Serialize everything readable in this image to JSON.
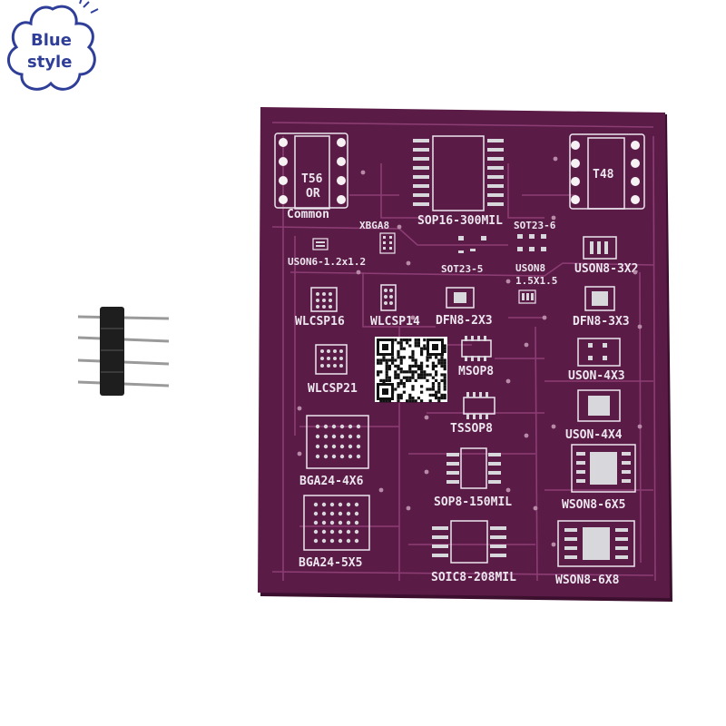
{
  "watermark": {
    "line1": "Blue",
    "line2": "style"
  },
  "board": {
    "sockets": {
      "t56": {
        "l1": "T56",
        "l2": "OR",
        "l3": "Common"
      },
      "t48": "T48"
    },
    "labels": {
      "sop16": "SOP16-300MIL",
      "xbga8": "XBGA8",
      "sot23_6": "SOT23-6",
      "uson6": "USON6-1.2x1.2",
      "sot23_5": "SOT23-5",
      "uson8_15": "USON8",
      "uson8_15b": "1.5X1.5",
      "uson8_3x2": "USON8-3X2",
      "wlcsp16": "WLCSP16",
      "wlcsp14": "WLCSP14",
      "dfn8_2x3": "DFN8-2X3",
      "dfn8_3x3": "DFN8-3X3",
      "wlcsp21": "WLCSP21",
      "msop8": "MSOP8",
      "uson_4x3": "USON-4X3",
      "tssop8": "TSSOP8",
      "uson_4x4": "USON-4X4",
      "bga24_4x6": "BGA24-4X6",
      "sop8_150": "SOP8-150MIL",
      "wson8_6x5": "WSON8-6X5",
      "bga24_5x5": "BGA24-5X5",
      "soic8_208": "SOIC8-208MIL",
      "wson8_6x8": "WSON8-6X8"
    }
  },
  "colors": {
    "pcb": "#5a1b46",
    "pcb_edge": "#3d0f2f",
    "trace": "#8c3d74",
    "silkscreen": "#ece6ee",
    "pad": "#d8d8dc",
    "watermark": "#2f3f99"
  }
}
